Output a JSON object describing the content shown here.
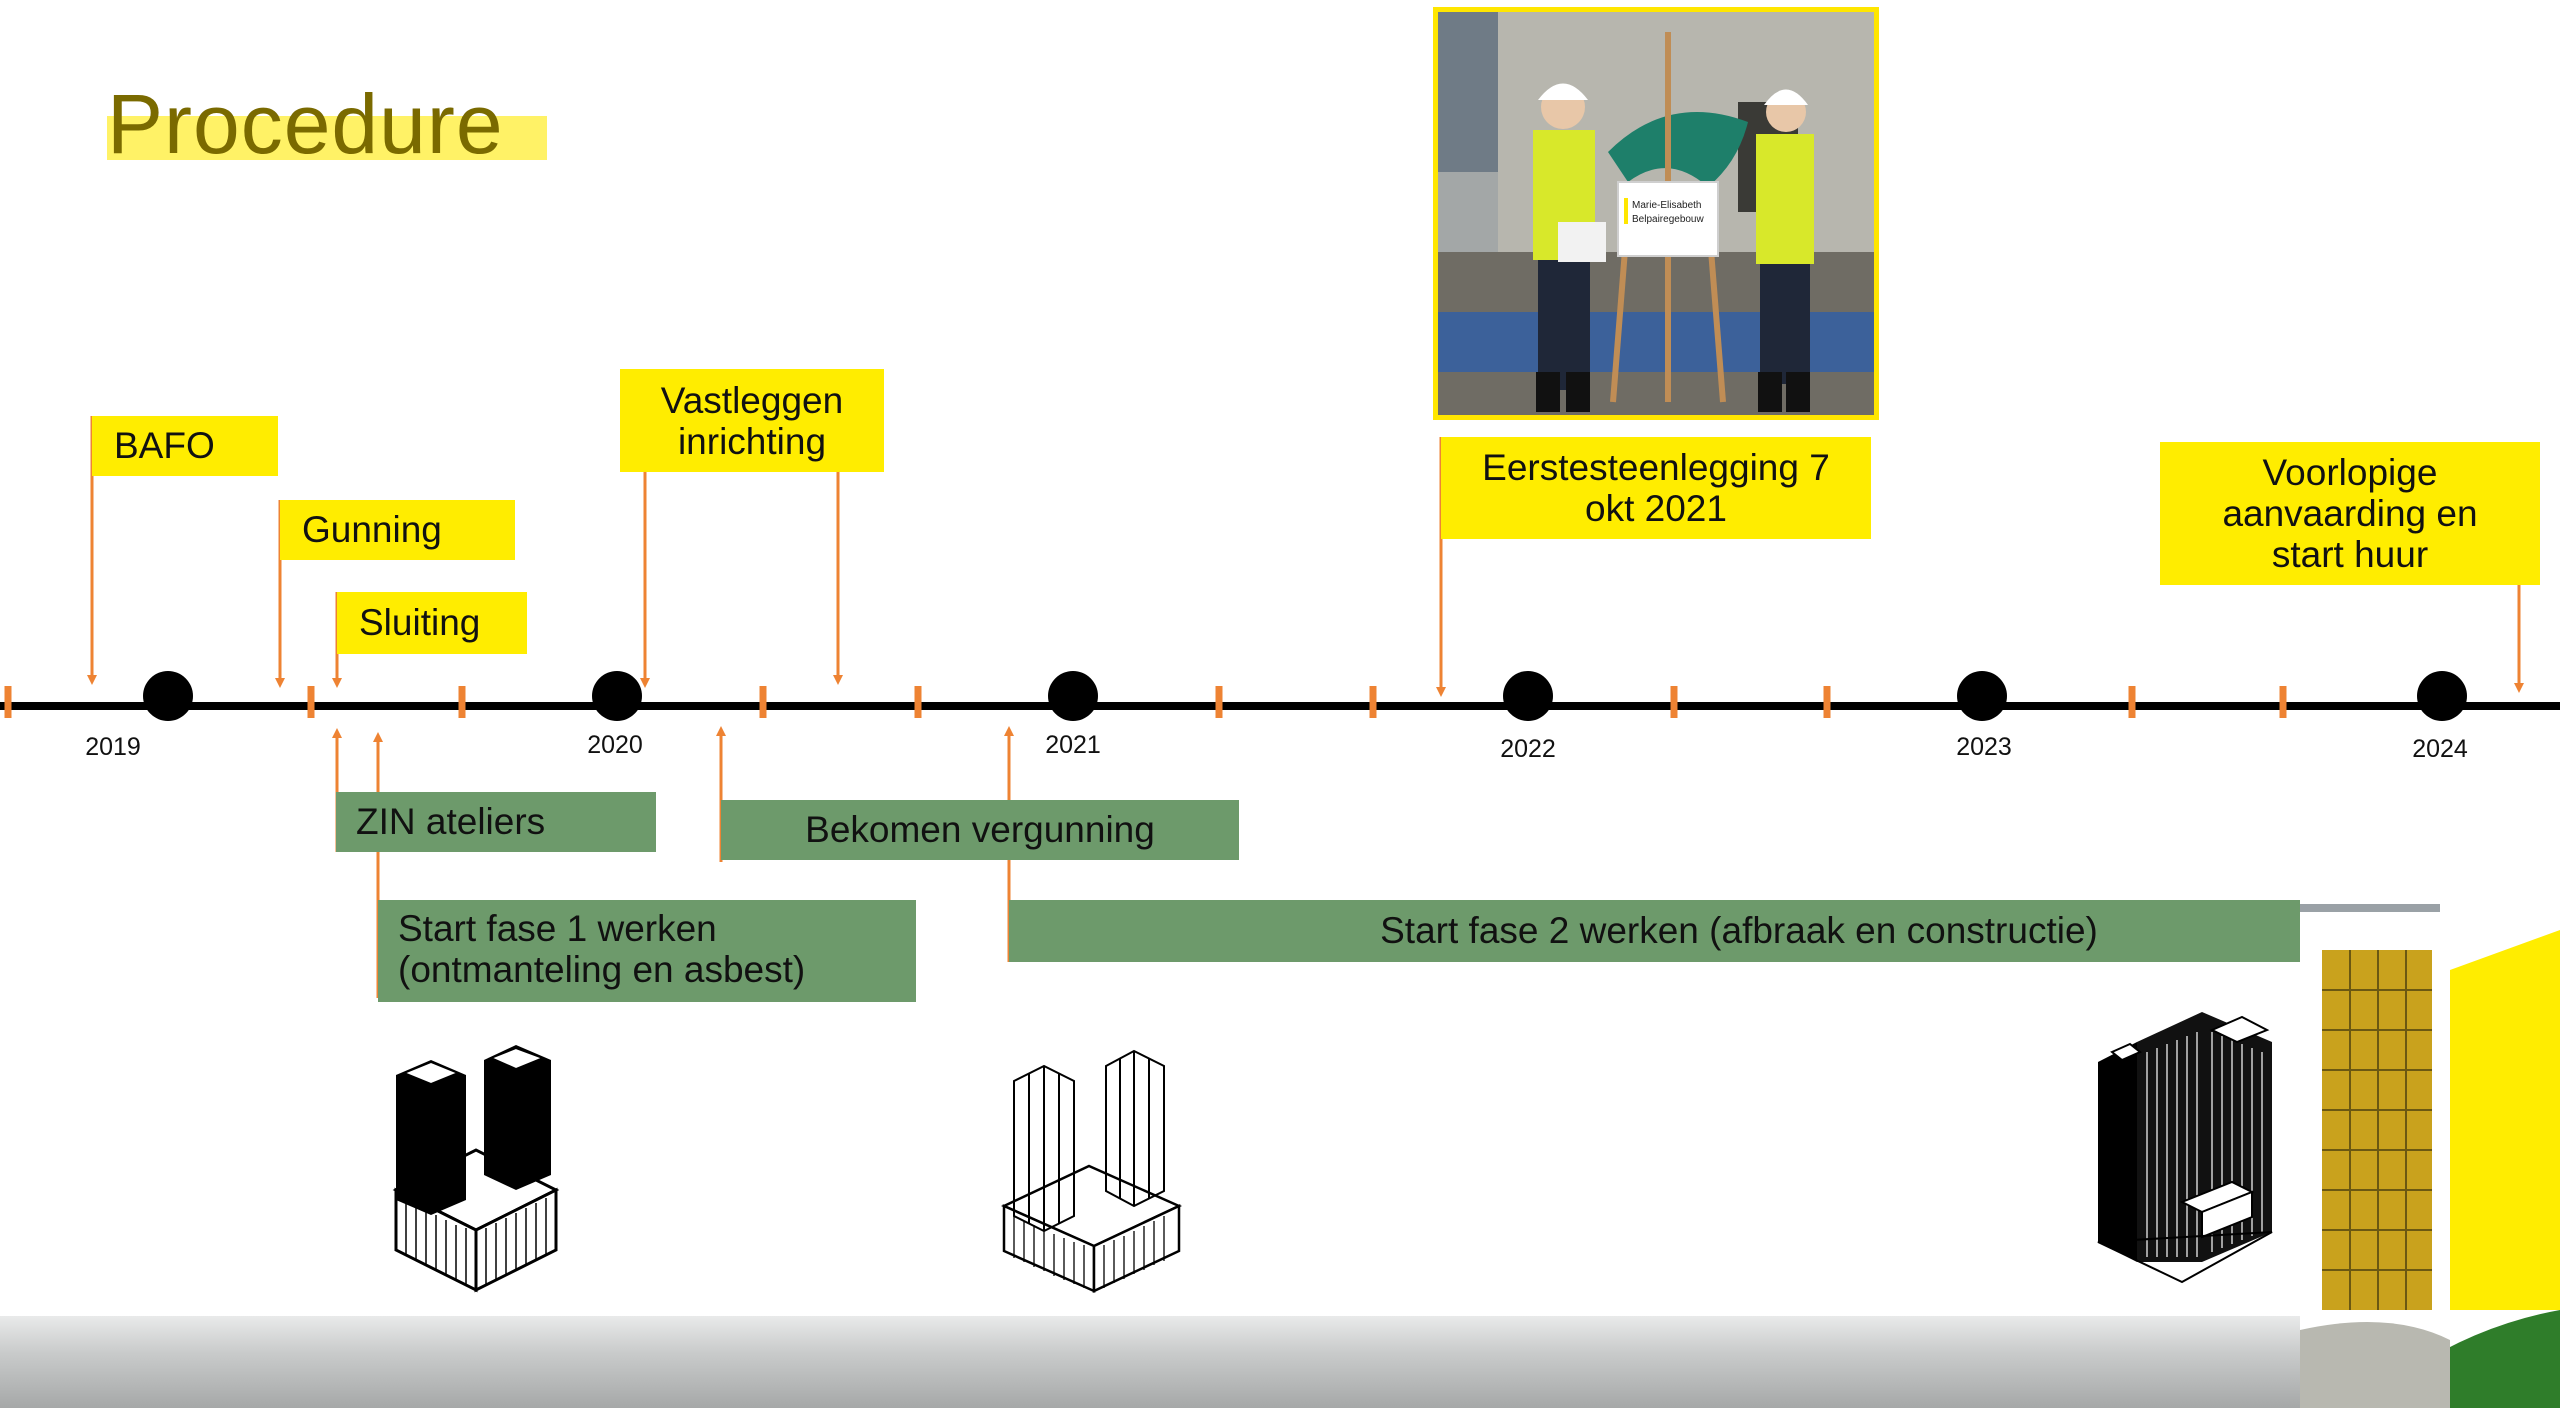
{
  "title": "Procedure",
  "colors": {
    "accent_yellow": "#ffed00",
    "phase_green": "#6d9a6b",
    "arrow_orange": "#ee8333",
    "axis_black": "#000000",
    "title_text": "#7a6a00"
  },
  "years": [
    "2019",
    "2020",
    "2021",
    "2022",
    "2023",
    "2024"
  ],
  "milestones": {
    "bafo": "BAFO",
    "gunning": "Gunning",
    "sluiting": "Sluiting",
    "vastleggen": "Vastleggen\ninrichting",
    "eerstesteen": "Eerstesteenlegging 7\nokt 2021",
    "voorlopige": "Voorlopige\naanvaarding en\nstart huur"
  },
  "phases": {
    "zin": "ZIN ateliers",
    "fase1": "Start fase 1 werken\n(ontmanteling en asbest)",
    "vergunning": "Bekomen vergunning",
    "fase2": "Start fase 2 werken (afbraak en constructie)"
  },
  "photo": {
    "sign_line1": "Marie-Elisabeth",
    "sign_line2": "Belpairegebouw"
  },
  "icons": {
    "building_1": "building-dismantled-icon",
    "building_2": "building-wireframe-icon",
    "building_3": "building-completed-icon"
  }
}
